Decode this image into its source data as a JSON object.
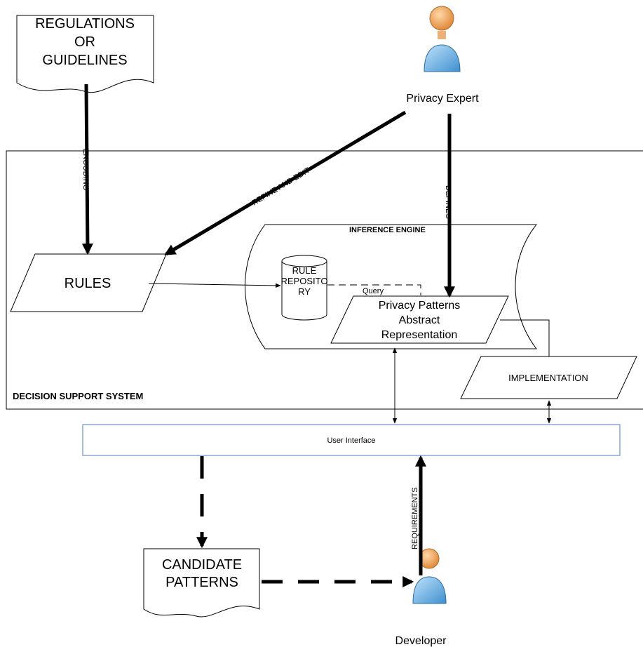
{
  "regulations_doc": {
    "line1": "REGULATIONS",
    "line2": "OR",
    "line3": "GUIDELINES"
  },
  "privacy_expert": {
    "label": "Privacy Expert"
  },
  "decision_support_system": {
    "label": "DECISION SUPPORT SYSTEM"
  },
  "inference_engine": {
    "label": "INFERENCE ENGINE"
  },
  "rules": {
    "label": "RULES"
  },
  "rule_repository": {
    "line1": "RULE",
    "line2": "REPOSITO",
    "line3": "RY"
  },
  "privacy_patterns": {
    "line1": "Privacy Patterns",
    "line2": "Abstract",
    "line3": "Representation"
  },
  "implementation": {
    "label": "IMPLEMENTATION"
  },
  "user_interface": {
    "label": "User Interface"
  },
  "candidate_patterns": {
    "line1": "CANDIDATE",
    "line2": "PATTERNS"
  },
  "developer": {
    "label": "Developer"
  },
  "edges": {
    "encoding": "ENCODING",
    "refine_and_edit": "REFINE AND EDIT",
    "defines": "DEFINES",
    "query": "Query",
    "requirements": "REQUIREMENTS"
  },
  "colors": {
    "ui_border": "#6a8fd0",
    "person_head": "#f0a35a",
    "person_body": "#6aaee0"
  }
}
